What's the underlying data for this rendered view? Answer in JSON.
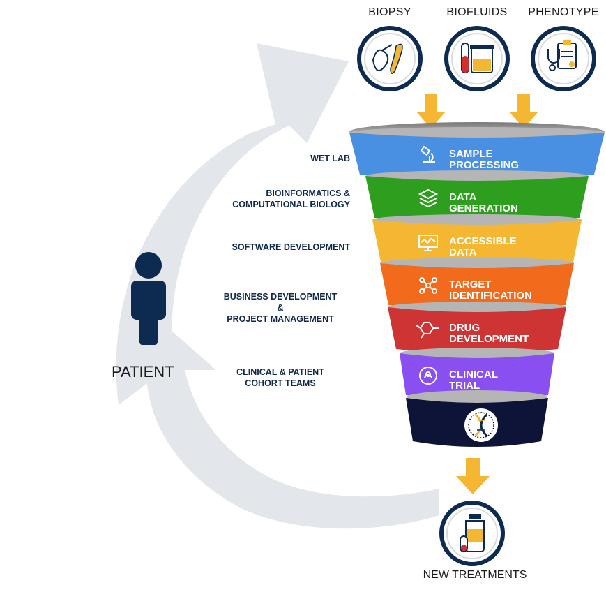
{
  "inputs": [
    {
      "label": "BIOPSY",
      "icon": "biopsy-icon"
    },
    {
      "label": "BIOFLUIDS",
      "icon": "biofluids-icon"
    },
    {
      "label": "PHENOTYPE",
      "icon": "phenotype-icon"
    }
  ],
  "roles": [
    "WET LAB",
    "BIOINFORMATICS &\nCOMPUTATIONAL BIOLOGY",
    "SOFTWARE DEVELOPMENT",
    "BUSINESS DEVELOPMENT\n&\nPROJECT MANAGEMENT",
    "CLINICAL & PATIENT\nCOHORT TEAMS"
  ],
  "tiers": [
    {
      "label": "SAMPLE\nPROCESSING",
      "color": "#4a90e2",
      "icon": "microscope-icon"
    },
    {
      "label": "DATA\nGENERATION",
      "color": "#2e9e1f",
      "icon": "layers-icon"
    },
    {
      "label": "ACCESSIBLE\nDATA",
      "color": "#f5b731",
      "icon": "monitor-icon"
    },
    {
      "label": "TARGET\nIDENTIFICATION",
      "color": "#f26a1b",
      "icon": "network-icon"
    },
    {
      "label": "DRUG\nDEVELOPMENT",
      "color": "#cf3434",
      "icon": "molecule-icon"
    },
    {
      "label": "CLINICAL\nTRIAL",
      "color": "#8a4ff0",
      "icon": "patient-search-icon"
    }
  ],
  "funnel_bottom": {
    "color": "#0d1438",
    "icon": "dna-icon"
  },
  "patient_label": "PATIENT",
  "output_label": "NEW TREATMENTS",
  "colors": {
    "navy": "#0d2a50",
    "arrow_gray": "#e3e6ea",
    "arrow_gold": "#f5b731"
  }
}
